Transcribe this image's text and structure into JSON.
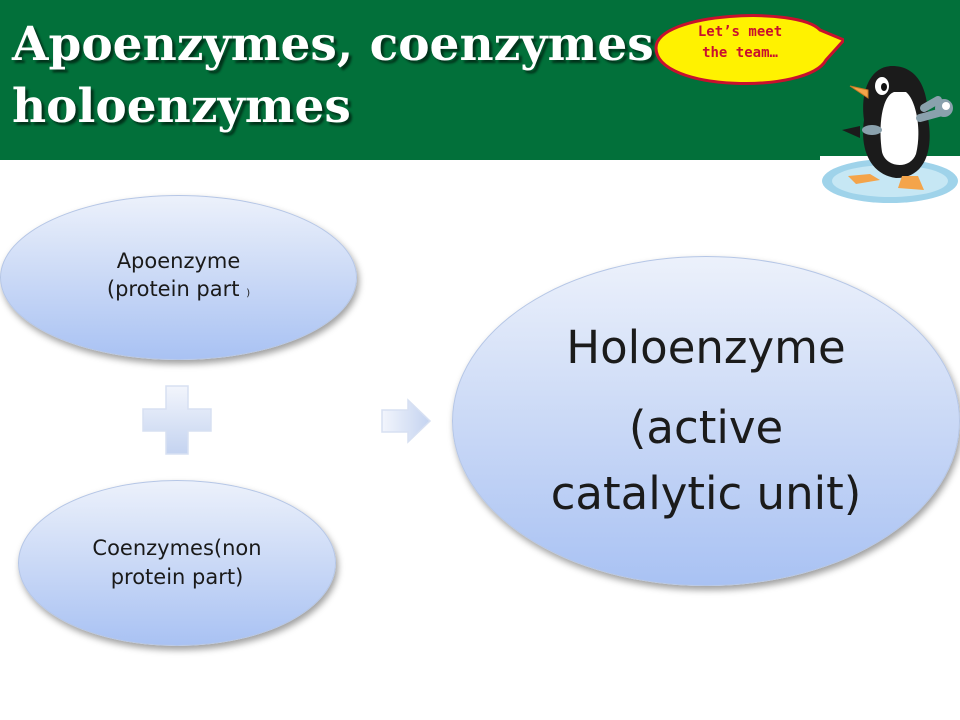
{
  "slide": {
    "title_line1": "Apoenzymes, coenzymes",
    "title_line2": "holoenzymes",
    "speech_line1": "Let’s meet",
    "speech_line2": "the team…"
  },
  "diagram": {
    "apoenzyme_line1": "Apoenzyme",
    "apoenzyme_line2": "(protein part",
    "apoenzyme_paren": ")",
    "coenzymes_line1": "Coenzymes(non",
    "coenzymes_line2": "protein part)",
    "holoenzyme_line1": "Holoenzyme",
    "holoenzyme_line2": "(active",
    "holoenzyme_line3": "catalytic unit)"
  },
  "colors": {
    "header": "#02703a",
    "speech_fill": "#fff200",
    "speech_border": "#c8102e",
    "ellipse_light": "#ecf1fb",
    "ellipse_dark": "#a9c2f3"
  },
  "icons": [
    "plus-icon",
    "right-arrow-icon",
    "penguin-mascot-icon"
  ]
}
